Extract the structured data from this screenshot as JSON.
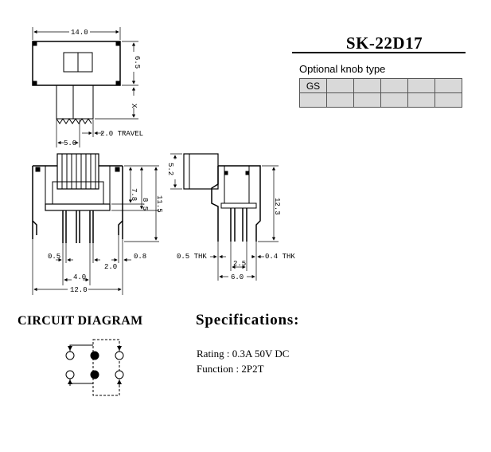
{
  "header": {
    "model": "SK-22D17"
  },
  "knob_table": {
    "label": "Optional knob type",
    "rows": [
      [
        "GS",
        "",
        "",
        "",
        "",
        ""
      ],
      [
        "",
        "",
        "",
        "",
        "",
        ""
      ]
    ]
  },
  "drawing": {
    "top_view": {
      "width_dim": "14.0",
      "height_dim": "6.5",
      "lever_dim": "X",
      "travel_dim": "2.0 TRAVEL",
      "lever_width_dim": "5.0"
    },
    "front_view": {
      "dim_7_8": "7.8",
      "dim_8_5": "8.5",
      "dim_11_5": "11.5",
      "dim_0_5": "0.5",
      "dim_2_0": "2.0",
      "dim_0_8": "0.8",
      "dim_4_0": "4.0",
      "dim_12_0": "12.0"
    },
    "side_view": {
      "dim_5_2": "5.2",
      "dim_12_3": "12.3",
      "thk_left": "0.5 THK",
      "thk_right": "0.4 THK",
      "dim_2_5": "2.5",
      "dim_6_0": "6.0"
    }
  },
  "circuit": {
    "title": "CIRCUIT DIAGRAM"
  },
  "specifications": {
    "title": "Specifications:",
    "rating": "Rating : 0.3A 50V DC",
    "function": "Function : 2P2T"
  }
}
